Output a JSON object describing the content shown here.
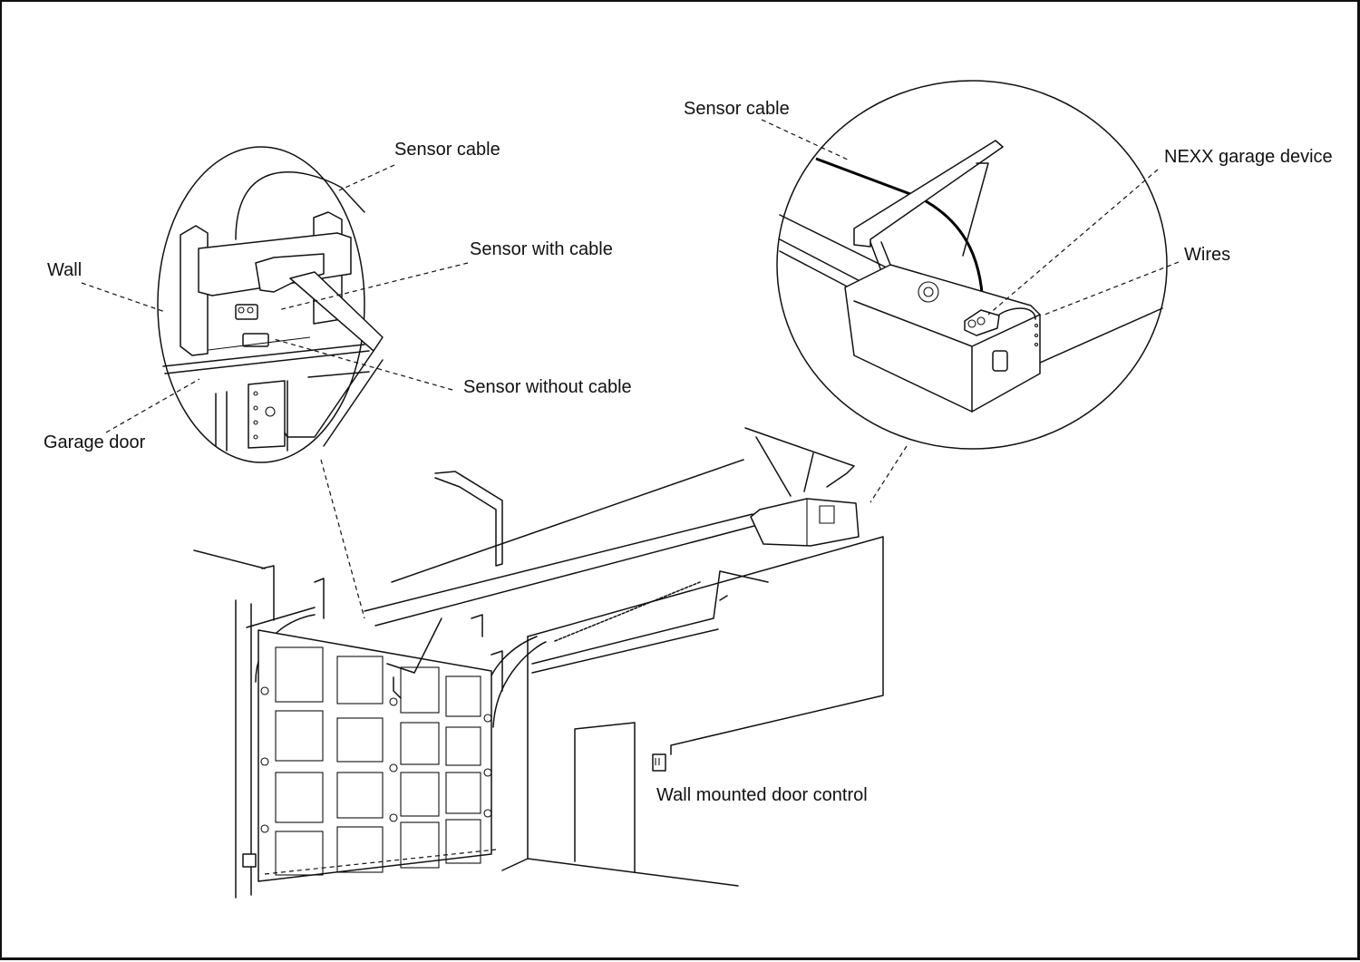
{
  "diagram": {
    "subject": "Garage door opener installation with NEXX garage device",
    "labels": {
      "left_inset": {
        "sensor_cable": "Sensor cable",
        "sensor_with_cable": "Sensor with cable",
        "wall": "Wall",
        "sensor_without_cable": "Sensor without cable",
        "garage_door": "Garage door"
      },
      "right_inset": {
        "sensor_cable": "Sensor cable",
        "nexx_device": "NEXX garage device",
        "wires": "Wires"
      },
      "main": {
        "wall_control": "Wall mounted door control"
      }
    },
    "colors": {
      "line": "#111111",
      "background": "#ffffff"
    }
  }
}
